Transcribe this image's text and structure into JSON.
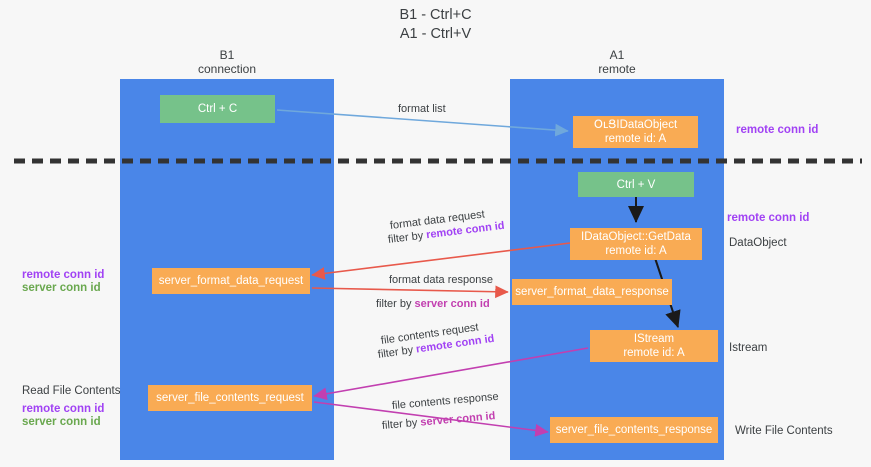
{
  "title": {
    "line1": "B1 - Ctrl+C",
    "line2": "A1 - Ctrl+V"
  },
  "columns": [
    {
      "name": "B1",
      "role": "connection"
    },
    {
      "name": "A1",
      "role": "remote"
    }
  ],
  "nodes": [
    {
      "id": "ctrl-c",
      "line1": "Ctrl + C",
      "line2": "",
      "color": "green"
    },
    {
      "id": "idataobject-remote",
      "line1": "ՕւՑIDataObject",
      "line2": "remote id: A",
      "color": "orange"
    },
    {
      "id": "ctrl-v",
      "line1": "Ctrl + V",
      "line2": "",
      "color": "green"
    },
    {
      "id": "idataobject-getdata",
      "line1": "IDataObject::GetData",
      "line2": "remote id: A",
      "color": "orange"
    },
    {
      "id": "server-format-data-request",
      "line1": "server_format_data_request",
      "line2": "",
      "color": "orange"
    },
    {
      "id": "server-format-data-response",
      "line1": "server_format_data_response",
      "line2": "",
      "color": "orange"
    },
    {
      "id": "istream",
      "line1": "IStream",
      "line2": "remote id: A",
      "color": "orange"
    },
    {
      "id": "server-file-contents-request",
      "line1": "server_file_contents_request",
      "line2": "",
      "color": "orange"
    },
    {
      "id": "server-file-contents-response",
      "line1": "server_file_contents_response",
      "line2": "",
      "color": "orange"
    }
  ],
  "edge_labels": {
    "format_list": "format list",
    "format_data_request": "format data request",
    "format_data_request_filter_prefix": "filter by ",
    "format_data_request_filter_key": "remote conn id",
    "format_data_response": "format data response",
    "format_data_response_filter_prefix": "filter by ",
    "format_data_response_filter_key": "server conn id",
    "file_contents_request": "file contents request",
    "file_contents_request_filter_prefix": "filter by ",
    "file_contents_request_filter_key": "remote conn id",
    "file_contents_response": "file contents response",
    "file_contents_response_filter_prefix": "filter by ",
    "file_contents_response_filter_key": "server conn id"
  },
  "side_labels": {
    "right_remote_conn_id_top": "remote conn id",
    "right_remote_conn_id_mid": "remote conn id",
    "right_dataobject": "DataObject",
    "right_istream": "Istream",
    "right_write_file_contents": "Write File Contents",
    "left_remote_conn_id": "remote conn id",
    "left_server_conn_id": "server conn id",
    "left_read_file_contents": "Read File Contents",
    "left_remote_conn_id_2": "remote conn id",
    "left_server_conn_id_2": "server conn id"
  },
  "colors": {
    "lane": "#4a86e8",
    "green_node": "#76c28a",
    "orange_node": "#f9ab54",
    "purple": "#a142f4",
    "green_text": "#6aa84f",
    "magenta": "#c23fb0",
    "red_arrow": "#e8594b",
    "blue_arrow": "#6fa8dc",
    "divider": "#333333",
    "background": "#f7f7f7"
  }
}
